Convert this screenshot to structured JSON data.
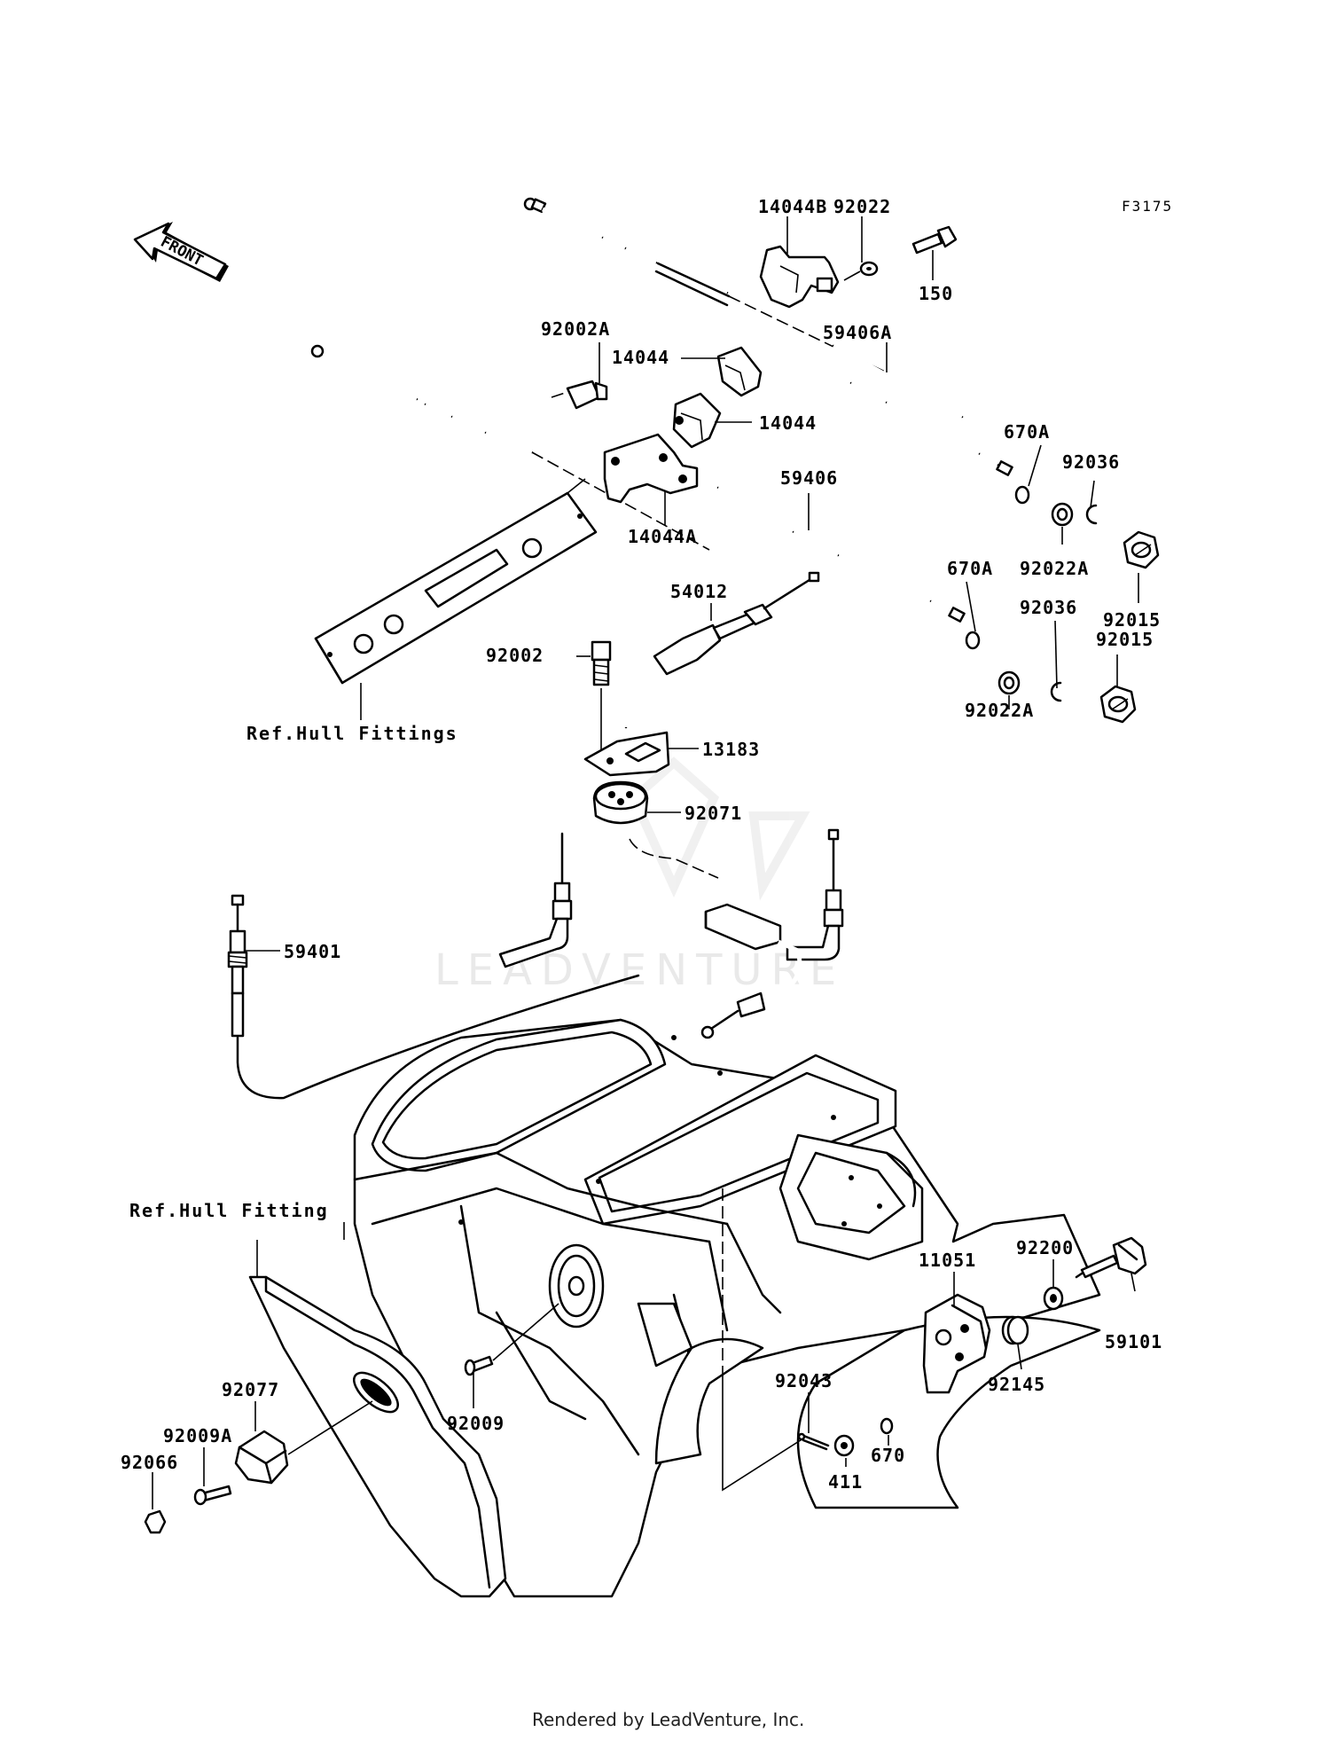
{
  "figure_code": "F3175",
  "front_label": "FRONT",
  "watermark": "LEADVENTURE",
  "footer": "Rendered by LeadVenture, Inc.",
  "callouts": [
    "14044B",
    "92022",
    "150",
    "59406A",
    "92002A",
    "14044",
    "14044",
    "670A",
    "92036",
    "59406",
    "14044A",
    "92022A",
    "670A",
    "92036",
    "92015",
    "92015",
    "54012",
    "92002",
    "92022A",
    "13183",
    "92071",
    "59401",
    "11051",
    "92200",
    "59101",
    "92145",
    "92043",
    "670",
    "411",
    "92077",
    "92009",
    "92009A",
    "92066"
  ],
  "references": [
    "Ref.Hull Fittings",
    "Ref.Hull Fitting"
  ]
}
